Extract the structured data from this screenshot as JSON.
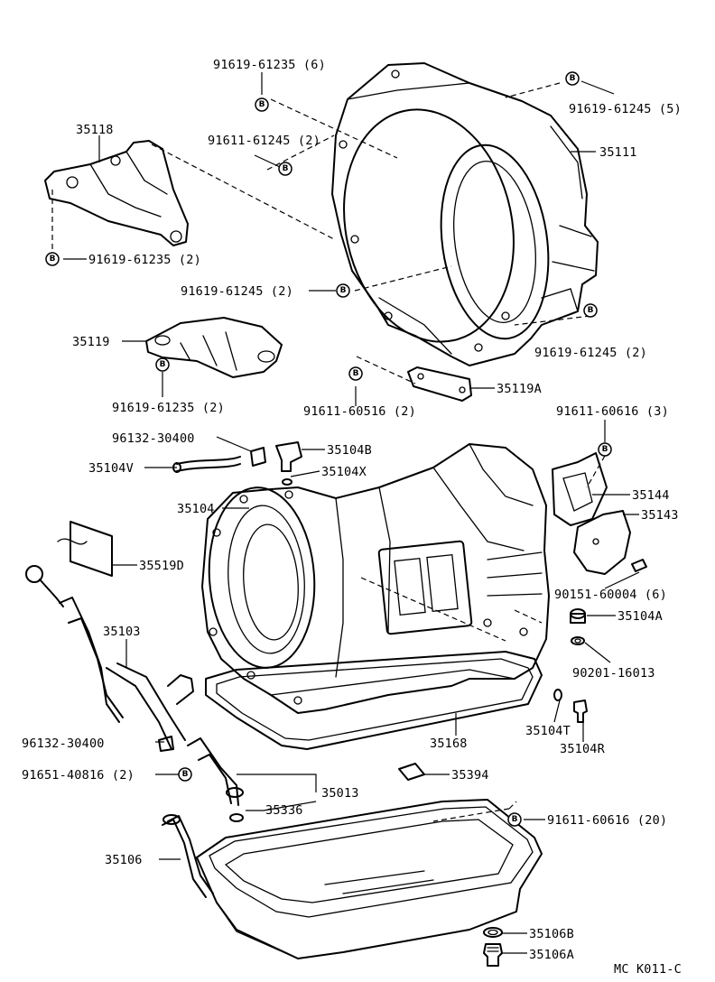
{
  "diagram_code": "MC K011-C",
  "bolt_marker_symbol": "B",
  "labels": {
    "p91619_61235_6": "91619-61235 (6)",
    "p91619_61245_5": "91619-61245 (5)",
    "p35118": "35118",
    "p91611_61245_2": "91611-61245 (2)",
    "p35111": "35111",
    "p91619_61235_2a": "91619-61235 (2)",
    "p91619_61245_2a": "91619-61245 (2)",
    "p35119": "35119",
    "p91619_61245_2b": "91619-61245 (2)",
    "p91619_61235_2b": "91619-61235 (2)",
    "p35119A": "35119A",
    "p91611_60516_2": "91611-60516 (2)",
    "p91611_60616_3": "91611-60616 (3)",
    "p96132_30400a": "96132-30400",
    "p35104B": "35104B",
    "p35104V": "35104V",
    "p35104X": "35104X",
    "p35144": "35144",
    "p35104": "35104",
    "p35143": "35143",
    "p35519D": "35519D",
    "p90151_60004_6": "90151-60004 (6)",
    "p35104A": "35104A",
    "p35103": "35103",
    "p90201_16013": "90201-16013",
    "p35104T": "35104T",
    "p96132_30400b": "96132-30400",
    "p35168": "35168",
    "p35104R": "35104R",
    "p91651_40816_2": "91651-40816 (2)",
    "p35394": "35394",
    "p35013": "35013",
    "p35336": "35336",
    "p91611_60616_20": "91611-60616 (20)",
    "p35106": "35106",
    "p35106B": "35106B",
    "p35106A": "35106A"
  }
}
